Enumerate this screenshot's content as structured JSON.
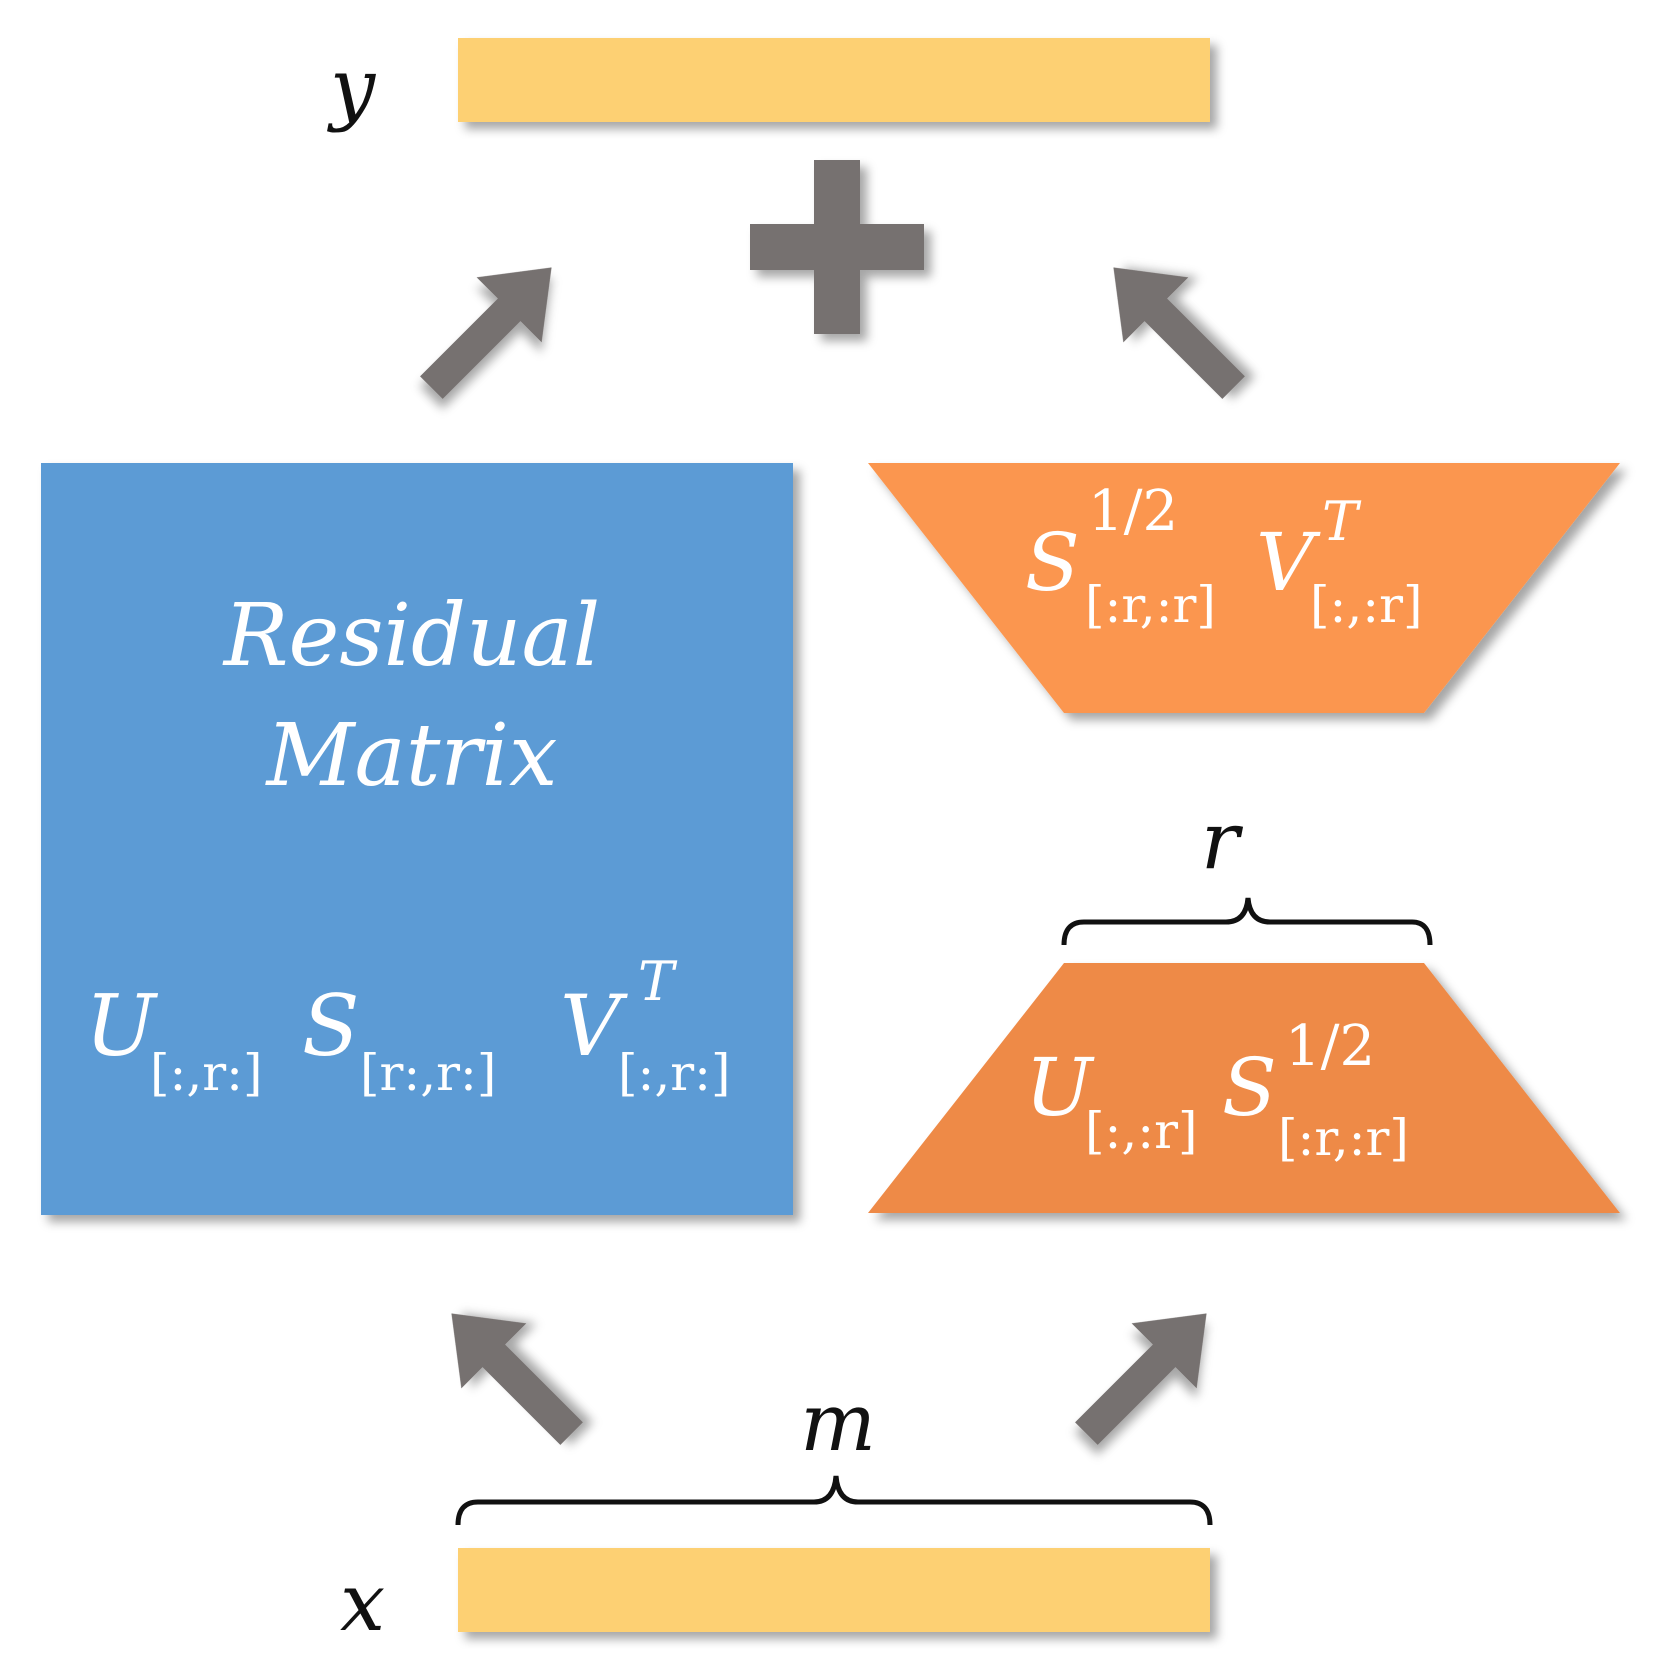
{
  "labels": {
    "y": "y",
    "x": "x",
    "r": "r",
    "m": "m"
  },
  "residual": {
    "line1": "Residual",
    "line2": "Matrix",
    "formula": {
      "U": "U",
      "U_sub": "[:,r:]",
      "S": "S",
      "S_sub": "[r:,r:]",
      "V": "V",
      "V_sup": "T",
      "V_sub": "[:,r:]"
    }
  },
  "adapter_a": {
    "S": "S",
    "S_sup": "1/2",
    "S_sub": "[:r,:r]",
    "V": "V",
    "V_sup": "T",
    "V_sub": "[:,:r]"
  },
  "adapter_b": {
    "U": "U",
    "U_sub": "[:,:r]",
    "S": "S",
    "S_sup": "1/2",
    "S_sub": "[:r,:r]"
  },
  "colors": {
    "io_bar": "#FDD073",
    "residual_block": "#5B9BD5",
    "adapter_a": "#FB964F",
    "adapter_b": "#EE8A47",
    "arrow": "#767170",
    "text_dark": "#111111",
    "text_light": "#ffffff"
  },
  "icons": {
    "plus": "plus-icon",
    "arrow": "arrow-icon"
  }
}
